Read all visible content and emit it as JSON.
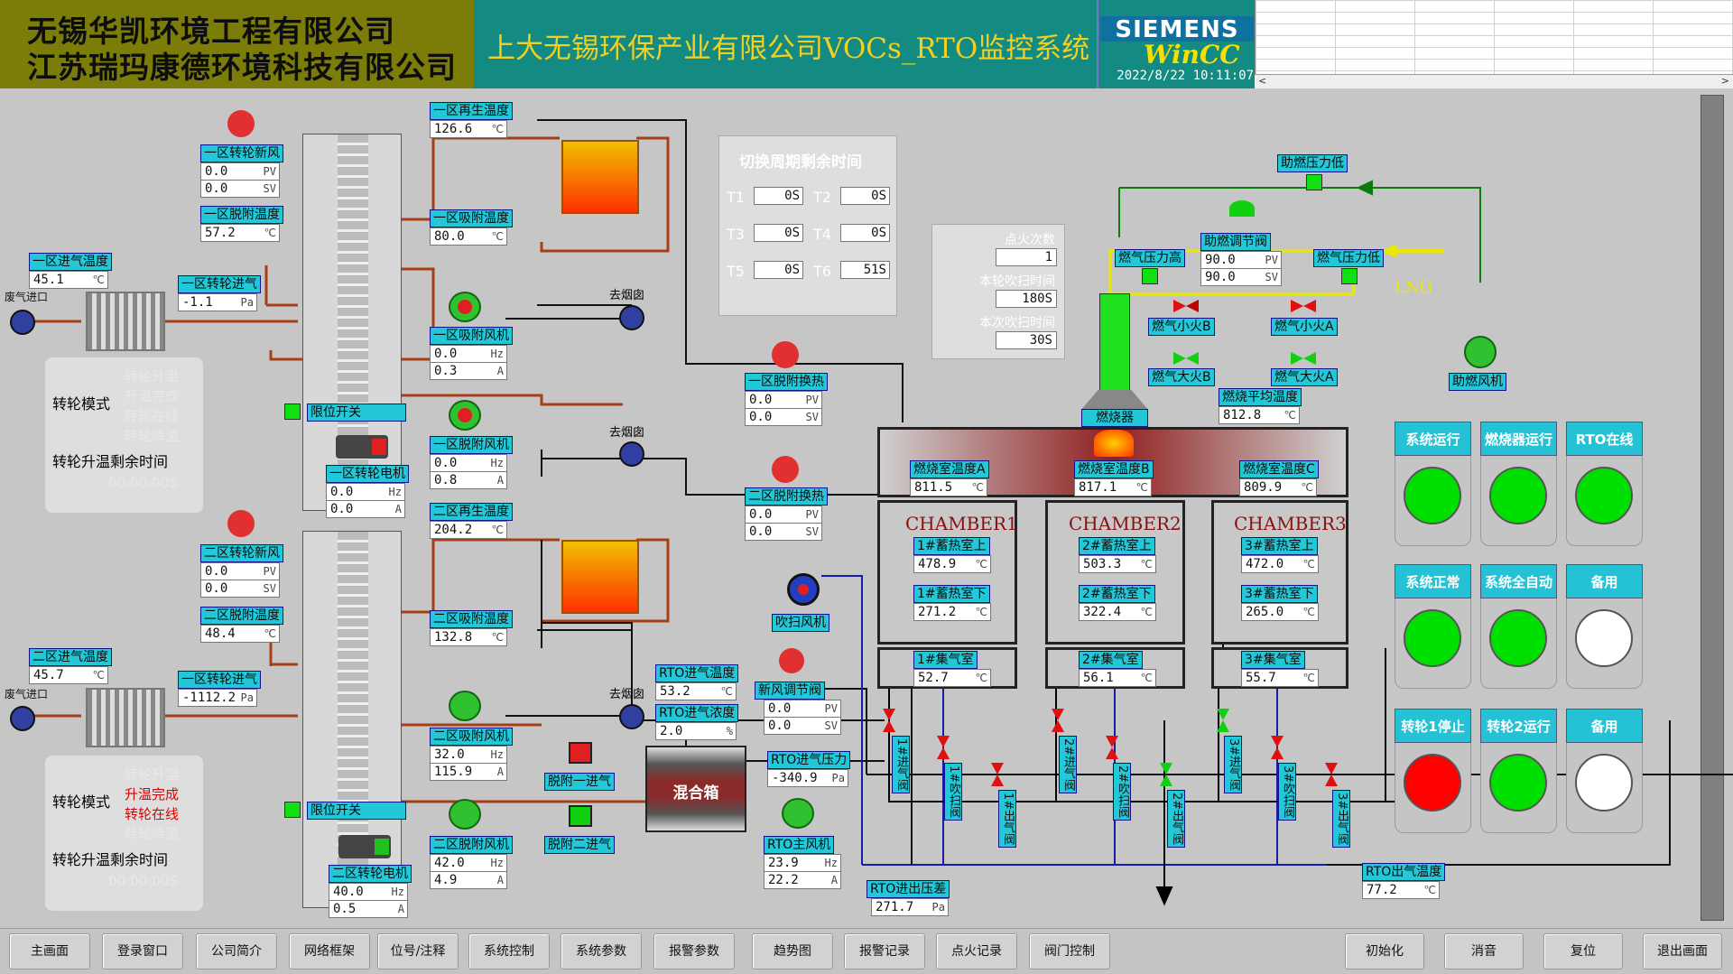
{
  "header": {
    "company1": "无锡华凯环境工程有限公司",
    "company2": "江苏瑞玛康德环境科技有限公司",
    "system_title": "上大无锡环保产业有限公司VOCs_RTO监控系统",
    "siemens": "SIEMENS",
    "wincc": "WinCC",
    "datetime": "2022/8/22 10:11:07"
  },
  "zone1": {
    "regen_temp": {
      "label": "一区再生温度",
      "value": "126.6",
      "unit": "℃"
    },
    "fresh_air": {
      "label": "一区转轮新风",
      "pv": "0.0",
      "sv": "0.0"
    },
    "adsorb_temp": {
      "label": "一区脱附温度",
      "value": "57.2",
      "unit": "℃"
    },
    "suction_temp": {
      "label": "一区吸附温度",
      "value": "80.0",
      "unit": "℃"
    },
    "inlet_temp": {
      "label": "一区进气温度",
      "value": "45.1",
      "unit": "℃"
    },
    "rotor_inlet": {
      "label": "一区转轮进气",
      "value": "-1.1",
      "unit": "Pa"
    },
    "exhaust_in": "废气进口",
    "to_chimney": "去烟囱",
    "suction_fan": {
      "label": "一区吸附风机",
      "hz": "0.0",
      "a": "0.3"
    },
    "desorb_fan": {
      "label": "一区脱附风机",
      "hz": "0.0",
      "a": "0.8"
    },
    "rotor_motor": {
      "label": "一区转轮电机",
      "hz": "0.0",
      "a": "0.0"
    },
    "limit_switch": "限位开关",
    "mode": {
      "title": "转轮模式",
      "items": [
        "转轮升温",
        "升温完成",
        "转轮在线",
        "转轮降温"
      ],
      "remain_label": "转轮升温剩余时间",
      "remain": "00:00:00S"
    },
    "desorb_hx": {
      "label": "一区脱附换热",
      "pv": "0.0",
      "sv": "0.0"
    }
  },
  "zone2": {
    "regen_temp": {
      "label": "二区再生温度",
      "value": "204.2",
      "unit": "℃"
    },
    "fresh_air": {
      "label": "二区转轮新风",
      "pv": "0.0",
      "sv": "0.0"
    },
    "adsorb_temp": {
      "label": "二区脱附温度",
      "value": "48.4",
      "unit": "℃"
    },
    "suction_temp": {
      "label": "二区吸附温度",
      "value": "132.8",
      "unit": "℃"
    },
    "inlet_temp": {
      "label": "二区进气温度",
      "value": "45.7",
      "unit": "℃"
    },
    "rotor_inlet": {
      "label": "一区转轮进气",
      "value": "-1112.2",
      "unit": "Pa"
    },
    "exhaust_in": "废气进口",
    "to_chimney1": "去烟囱",
    "to_chimney2": "去烟囱",
    "suction_fan": {
      "label": "二区吸附风机",
      "hz": "32.0",
      "a": "115.9"
    },
    "desorb_fan": {
      "label": "二区脱附风机",
      "hz": "42.0",
      "a": "4.9"
    },
    "rotor_motor": {
      "label": "二区转轮电机",
      "hz": "40.0",
      "a": "0.5"
    },
    "limit_switch": "限位开关",
    "mode": {
      "title": "转轮模式",
      "items": [
        "转轮升温",
        "升温完成",
        "转轮在线",
        "转轮降温"
      ],
      "remain_label": "转轮升温剩余时间",
      "remain": "00:00:00S"
    },
    "desorb_hx": {
      "label": "二区脱附换热",
      "pv": "0.0",
      "sv": "0.0"
    }
  },
  "cycle": {
    "title": "切换周期剩余时间",
    "t": [
      {
        "k": "T1",
        "v": "0S"
      },
      {
        "k": "T2",
        "v": "0S"
      },
      {
        "k": "T3",
        "v": "0S"
      },
      {
        "k": "T4",
        "v": "0S"
      },
      {
        "k": "T5",
        "v": "0S"
      },
      {
        "k": "T6",
        "v": "51S"
      }
    ]
  },
  "ignition": {
    "count_label": "点火次数",
    "count": "1",
    "purge_label": "本轮吹扫时间",
    "purge": "180S",
    "cur_purge_label": "本次吹扫时间",
    "cur_purge": "30S"
  },
  "burner": {
    "support_low": "助燃压力低",
    "support_valve": {
      "label": "助燃调节阀",
      "pv": "90.0",
      "sv": "90.0"
    },
    "gas_high": "燃气压力高",
    "gas_low": "燃气压力低",
    "lng": "LNG",
    "small_b": "燃气小火B",
    "small_a": "燃气小火A",
    "large_b": "燃气大火B",
    "large_a": "燃气大火A",
    "avg_temp": {
      "label": "燃烧平均温度",
      "value": "812.8",
      "unit": "℃"
    },
    "support_fan": "助燃风机",
    "burner": "燃烧器"
  },
  "combustion": {
    "a": {
      "label": "燃烧室温度A",
      "value": "811.5"
    },
    "b": {
      "label": "燃烧室温度B",
      "value": "817.1"
    },
    "c": {
      "label": "燃烧室温度C",
      "value": "809.9"
    },
    "unit": "℃"
  },
  "chambers": [
    {
      "name": "CHAMBER1",
      "up": {
        "label": "1#蓄热室上",
        "value": "478.9"
      },
      "down": {
        "label": "1#蓄热室下",
        "value": "271.2"
      },
      "col": {
        "label": "1#集气室",
        "value": "52.7"
      },
      "valves": [
        "1#进气阀",
        "1#吹扫阀",
        "1#出气阀"
      ]
    },
    {
      "name": "CHAMBER2",
      "up": {
        "label": "2#蓄热室上",
        "value": "503.3"
      },
      "down": {
        "label": "2#蓄热室下",
        "value": "322.4"
      },
      "col": {
        "label": "2#集气室",
        "value": "56.1"
      },
      "valves": [
        "2#进气阀",
        "2#吹扫阀",
        "2#出气阀"
      ]
    },
    {
      "name": "CHAMBER3",
      "up": {
        "label": "3#蓄热室上",
        "value": "472.0"
      },
      "down": {
        "label": "3#蓄热室下",
        "value": "265.0"
      },
      "col": {
        "label": "3#集气室",
        "value": "55.7"
      },
      "valves": [
        "3#进气阀",
        "3#吹扫阀",
        "3#出气阀"
      ]
    }
  ],
  "rto": {
    "in_temp": {
      "label": "RTO进气温度",
      "value": "53.2",
      "unit": "℃"
    },
    "in_conc": {
      "label": "RTO进气浓度",
      "value": "2.0",
      "unit": "%"
    },
    "mix": "混合箱",
    "fresh_valve": {
      "label": "新风调节阀",
      "pv": "0.0",
      "sv": "0.0"
    },
    "purge_fan": "吹扫风机",
    "in_press": {
      "label": "RTO进气压力",
      "value": "-340.9",
      "unit": "Pa"
    },
    "main_fan": {
      "label": "RTO主风机",
      "hz": "23.9",
      "a": "22.2"
    },
    "diff_press": {
      "label": "RTO进出压差",
      "value": "271.7",
      "unit": "Pa"
    },
    "out_temp": {
      "label": "RTO出气温度",
      "value": "77.2",
      "unit": "℃"
    },
    "desorb1": "脱附一进气",
    "desorb2": "脱附二进气"
  },
  "status": [
    {
      "label": "系统运行",
      "color": "#00e000"
    },
    {
      "label": "燃烧器运行",
      "color": "#00e000"
    },
    {
      "label": "RTO在线",
      "color": "#00e000"
    },
    {
      "label": "系统正常",
      "color": "#00e000"
    },
    {
      "label": "系统全自动",
      "color": "#00e000"
    },
    {
      "label": "备用",
      "color": "#ffffff"
    },
    {
      "label": "转轮1停止",
      "color": "#ff0000"
    },
    {
      "label": "转轮2运行",
      "color": "#00e000"
    },
    {
      "label": "备用",
      "color": "#ffffff"
    }
  ],
  "units": {
    "pv": "PV",
    "sv": "SV",
    "hz": "Hz",
    "a": "A",
    "c": "℃"
  },
  "nav": [
    "主画面",
    "登录窗口",
    "公司简介",
    "网络框架",
    "位号/注释",
    "系统控制",
    "系统参数",
    "报警参数",
    "趋势图",
    "报警记录",
    "点火记录",
    "阀门控制"
  ],
  "nav_right": [
    "初始化",
    "消音",
    "复位",
    "退出画面"
  ]
}
